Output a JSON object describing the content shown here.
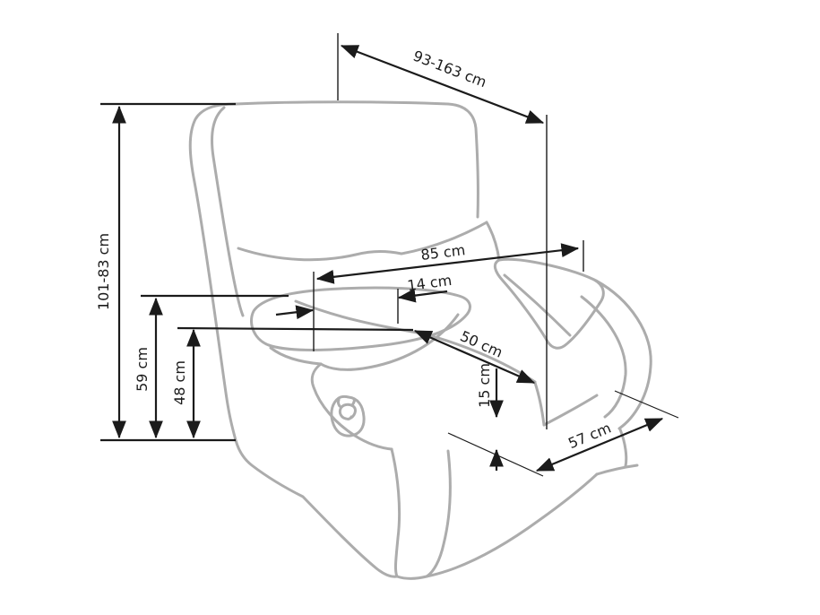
{
  "drawing": {
    "type": "furniture-dimension-diagram",
    "subject": "recliner armchair technical sketch",
    "unit": "cm",
    "colors": {
      "background": "#ffffff",
      "dimension_lines": "#1b1b1b",
      "chair_sketch": "#acacac"
    },
    "labels": {
      "extended_depth": "93-163 cm",
      "height_range": "101-83 cm",
      "total_width": "85 cm",
      "armrest_width": "14 cm",
      "armrest_height": "59 cm",
      "seat_height": "48 cm",
      "seat_width": "50 cm",
      "base_clearance": "15 cm",
      "seat_depth": "57 cm"
    }
  }
}
